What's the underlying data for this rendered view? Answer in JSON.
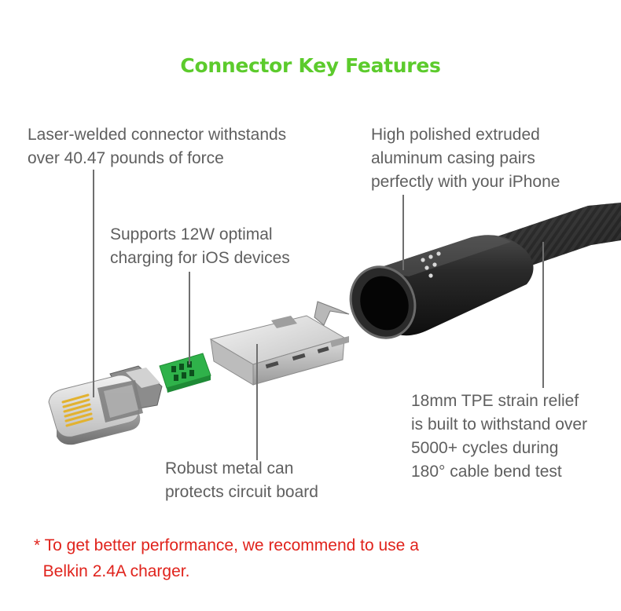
{
  "title": "Connector Key Features",
  "colors": {
    "title": "#5ccb2c",
    "label_text": "#5f5f5f",
    "leader": "#6f6f6f",
    "note": "#e0231c",
    "pcb": "#2fb24a",
    "casing": "#1c1c1c"
  },
  "features": {
    "laser_welded": {
      "lines": [
        "Laser-welded connector withstands",
        "over 40.47 pounds of force"
      ]
    },
    "charging": {
      "lines": [
        "Supports 12W optimal",
        "charging for iOS devices"
      ]
    },
    "aluminum": {
      "lines": [
        "High polished extruded",
        "aluminum casing pairs",
        "perfectly with your iPhone"
      ]
    },
    "metal_can": {
      "lines": [
        "Robust metal can",
        "protects circuit board"
      ]
    },
    "strain_relief": {
      "lines": [
        "18mm TPE strain relief",
        "is built to withstand over",
        "5000+ cycles during",
        "180° cable bend test"
      ]
    }
  },
  "note": {
    "lines": [
      "* To get better performance, we recommend to use a",
      "  Belkin 2.4A charger."
    ]
  }
}
